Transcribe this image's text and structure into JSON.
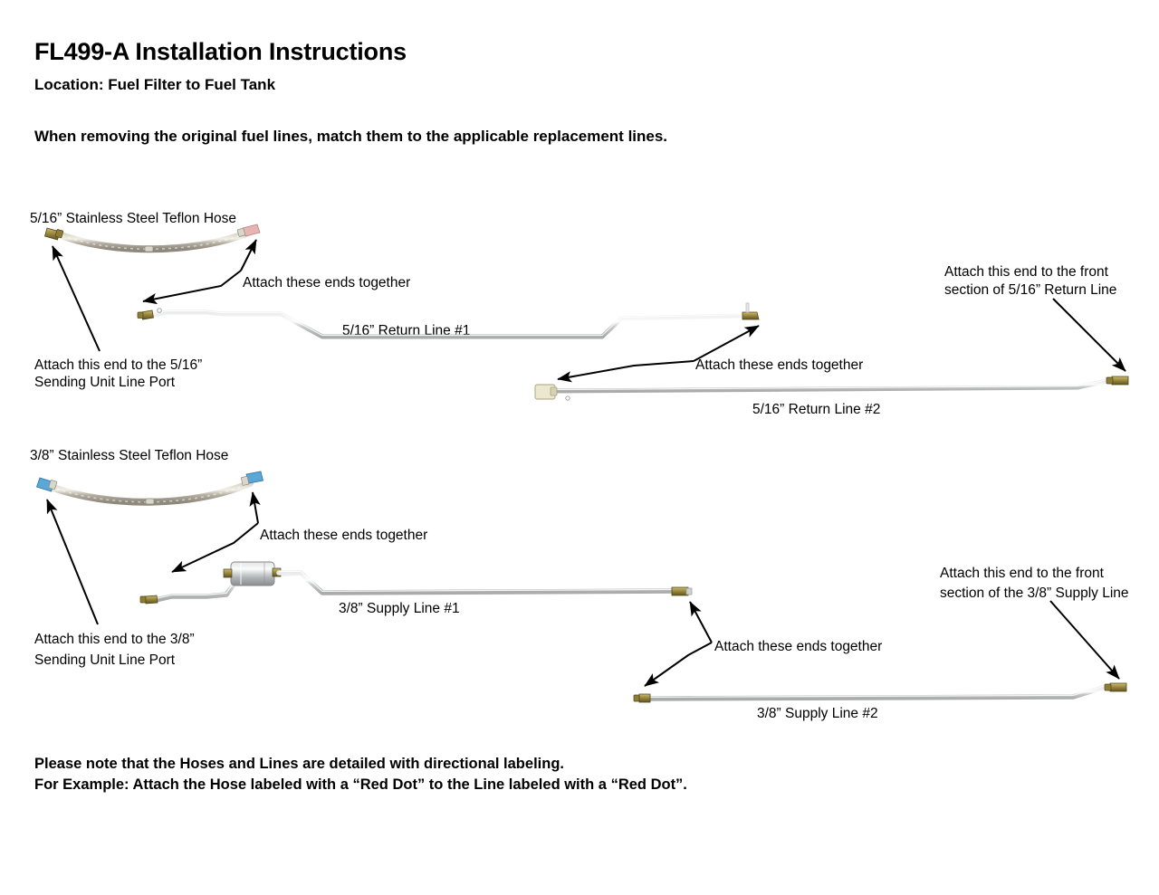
{
  "document": {
    "title": "FL499-A Installation Instructions",
    "location": "Location: Fuel Filter to Fuel Tank",
    "intro": "When removing the original fuel lines, match them to the applicable replacement lines.",
    "note_line1": "Please note that the Hoses and Lines are detailed with directional labeling.",
    "note_line2": "For Example: Attach the Hose labeled with a “Red Dot” to the Line labeled with a “Red Dot”."
  },
  "sections": {
    "return_516": {
      "hose_label": "5/16” Stainless Steel Teflon Hose",
      "line1_label": "5/16” Return Line #1",
      "line2_label": "5/16” Return Line #2",
      "callout_hose_to_line": "Attach these ends together",
      "callout_sending_unit_line1": "Attach this end to the 5/16”",
      "callout_sending_unit_line2": "Sending Unit Line Port",
      "callout_line1_to_line2": "Attach these ends together",
      "callout_front_line1": "Attach this end to the front",
      "callout_front_line2": "section of 5/16” Return Line"
    },
    "supply_38": {
      "hose_label": "3/8” Stainless Steel Teflon Hose",
      "line1_label": "3/8” Supply Line #1",
      "line2_label": "3/8” Supply Line #2",
      "callout_hose_to_line": "Attach these ends together",
      "callout_sending_unit_line1": "Attach this end to the 3/8”",
      "callout_sending_unit_line2": "Sending Unit Line Port",
      "callout_line1_to_line2": "Attach these ends together",
      "callout_front_line1": "Attach this end to the front",
      "callout_front_line2": "section of the 3/8” Supply Line"
    }
  },
  "colors": {
    "text": "#000000",
    "background": "#ffffff",
    "tube_steel": "#c9cbcb",
    "tube_steel_light": "#eceded",
    "braided_hose": "#b7b2a6",
    "fitting_brass": "#9c8a3e",
    "fitting_brass_dark": "#6d5f27",
    "fitting_red_dot": "#e8b3b3",
    "fitting_blue_dot": "#5aa8d8",
    "fitting_cream": "#ece7cf",
    "filter_canister": "#b9bcbe",
    "arrow": "#000000"
  }
}
